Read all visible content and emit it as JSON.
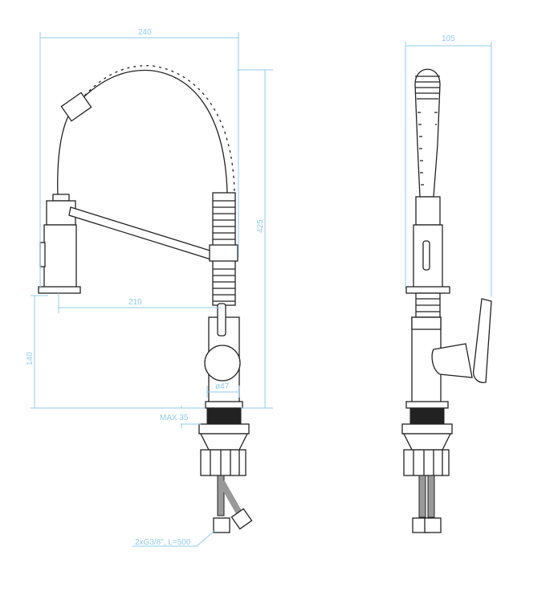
{
  "dimensions": {
    "width_front": "240",
    "width_side": "105",
    "height_total": "425",
    "reach": "210",
    "spout_height": "140",
    "base_diameter": "ø47",
    "max_counter": "MAX 35",
    "hoses": "2xG3/8\", L=500"
  },
  "colors": {
    "dimension": "#8fcdea",
    "line": "#222222"
  }
}
